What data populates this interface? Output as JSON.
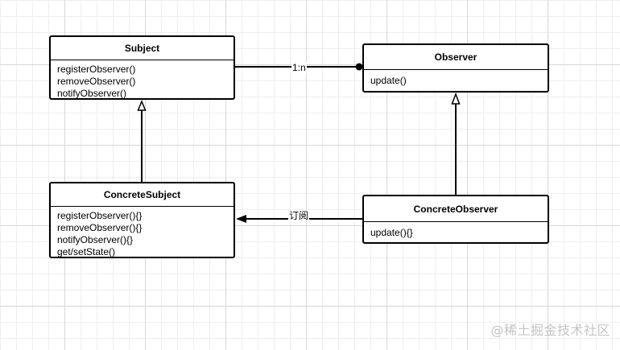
{
  "classes": {
    "subject": {
      "name": "Subject",
      "methods": [
        "registerObserver()",
        "removeObserver()",
        "notifyObserver()"
      ]
    },
    "observer": {
      "name": "Observer",
      "methods": [
        "update()"
      ]
    },
    "concrete_subject": {
      "name": "ConcreteSubject",
      "methods": [
        "registerObserver(){}",
        "removeObserver(){}",
        "notifyObserver(){}",
        "get/setState()"
      ]
    },
    "concrete_observer": {
      "name": "ConcreteObserver",
      "methods": [
        "update(){}"
      ]
    }
  },
  "relations": {
    "association_label": "1:n",
    "subscribe_label": "订阅"
  },
  "watermark": "@稀土掘金技术社区"
}
